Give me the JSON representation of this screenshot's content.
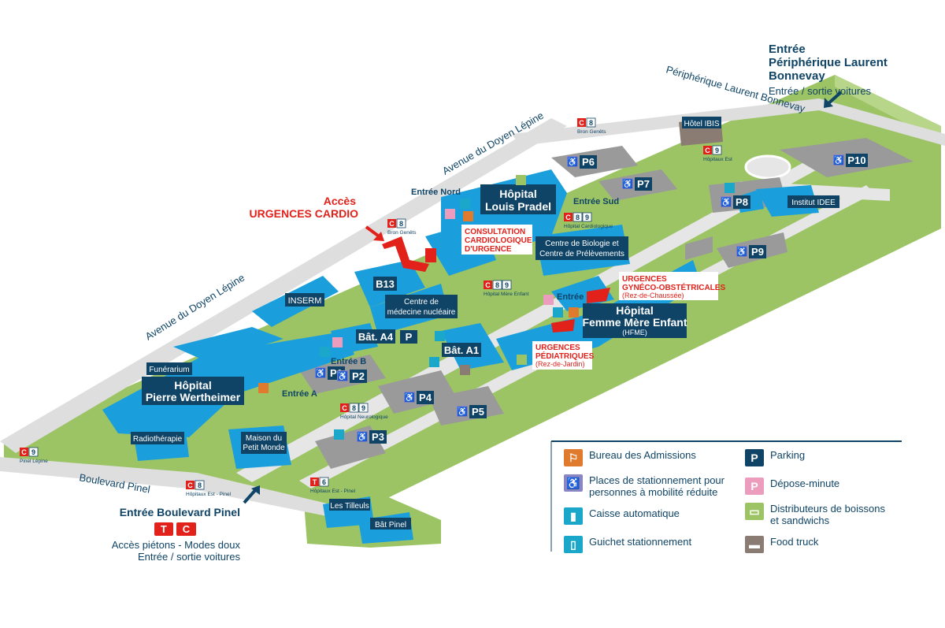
{
  "entrances": {
    "peripherique": {
      "title1": "Entrée",
      "title2": "Périphérique Laurent Bonnevay",
      "sub": "Entrée / sortie voitures"
    },
    "pinel": {
      "title": "Entrée Boulevard Pinel",
      "lines": [
        "T",
        "C"
      ],
      "sub1": "Accès piétons - Modes doux",
      "sub2": "Entrée / sortie voitures"
    },
    "urgences_cardio": {
      "line1": "Accès",
      "line2": "URGENCES CARDIO"
    }
  },
  "roads": {
    "peripherique": "Périphérique Laurent Bonnevay",
    "doyen_top": "Avenue du Doyen Lépine",
    "doyen_left": "Avenue du Doyen Lépine",
    "pinel": "Boulevard Pinel"
  },
  "buildings": {
    "louis_pradel_1": "Hôpital",
    "louis_pradel_2": "Louis Pradel",
    "pierre_wertheimer_1": "Hôpital",
    "pierre_wertheimer_2": "Pierre Wertheimer",
    "hfme_1": "Hôpital",
    "hfme_2": "Femme Mère Enfant",
    "hfme_3": "(HFME)",
    "inserm": "INSERM",
    "b13": "B13",
    "medecine_nucleaire_1": "Centre de",
    "medecine_nucleaire_2": "médecine nucléaire",
    "biologie_1": "Centre de Biologie et",
    "biologie_2": "Centre de Prélèvements",
    "bat_a4": "Bât. A4",
    "bat_a1": "Bât. A1",
    "funerarium": "Funérarium",
    "radiotherapie": "Radiothérapie",
    "petit_monde_1": "Maison du",
    "petit_monde_2": "Petit Monde",
    "institut_idee": "Institut IDEE",
    "hotel_ibis": "Hôtel IBIS",
    "tilleuls": "Les Tilleuls",
    "bat_pinel": "Bât Pinel"
  },
  "emergency_labels": {
    "cardio_1": "CONSULTATION",
    "cardio_2": "CARDIOLOGIQUE",
    "cardio_3": "D'URGENCE",
    "gyneco_1": "URGENCES",
    "gyneco_2": "GYNÉCO-OBSTÉTRICALES",
    "gyneco_3": "(Rez-de-Chaussée)",
    "pediatriques_1": "URGENCES",
    "pediatriques_2": "PÉDIATRIQUES",
    "pediatriques_3": "(Rez-de-Jardin)"
  },
  "entries": {
    "nord": "Entrée Nord",
    "sud": "Entrée Sud",
    "entree": "Entrée",
    "b": "Entrée B",
    "a": "Entrée A"
  },
  "parkings": [
    "P1",
    "P2",
    "P3",
    "P4",
    "P5",
    "P6",
    "P7",
    "P8",
    "P9",
    "P10",
    "P"
  ],
  "bus_stops": {
    "bron_genets_top": {
      "lines": [
        "C",
        "8"
      ],
      "name": "Bron Genêts"
    },
    "hopitaux_est_top": {
      "lines": [
        "C",
        "9"
      ],
      "name": "Hôpitaux Est"
    },
    "bron_genets_mid": {
      "lines": [
        "C",
        "8"
      ],
      "name": "Bron Genêts"
    },
    "cardiologique": {
      "lines": [
        "C",
        "8",
        "9"
      ],
      "name": "Hôpital Cardiologique"
    },
    "mere_enfant": {
      "lines": [
        "C",
        "8",
        "9"
      ],
      "name": "Hôpital Mère Enfant"
    },
    "neurologique": {
      "lines": [
        "C",
        "8",
        "9"
      ],
      "name": "Hôpital Neurologique"
    },
    "pinel_lepine": {
      "lines": [
        "C",
        "9"
      ],
      "name": "Pinel Lépine"
    },
    "est_pinel_bus": {
      "lines": [
        "C",
        "8"
      ],
      "name": "Hôpitaux Est - Pinel"
    },
    "est_pinel_tram": {
      "lines": [
        "T",
        "6"
      ],
      "name": "Hôpitaux Est - Pinel"
    }
  },
  "legend": [
    {
      "icon": "admissions-icon",
      "color": "#e07b2e",
      "label": "Bureau des Admissions"
    },
    {
      "icon": "wheelchair-icon",
      "color": "#8a86c4",
      "label": "Places de stationnement pour\npersonnes à mobilité réduite"
    },
    {
      "icon": "pay-machine-icon",
      "color": "#1aa7c9",
      "label": "Caisse automatique"
    },
    {
      "icon": "parking-office-icon",
      "color": "#1aa7c9",
      "label": "Guichet stationnement"
    },
    {
      "icon": "parking-icon",
      "color": "#0f4466",
      "label": "Parking"
    },
    {
      "icon": "dropoff-icon",
      "color": "#ec9cbc",
      "label": "Dépose-minute"
    },
    {
      "icon": "vending-icon",
      "color": "#9cc464",
      "label": "Distributeurs de boissons\net sandwichs"
    },
    {
      "icon": "food-truck-icon",
      "color": "#8a7b73",
      "label": "Food truck"
    }
  ],
  "colors": {
    "grass": "#9cc464",
    "grass_light": "#b8d68a",
    "road": "#dcdcdc",
    "building": "#1a9fdc",
    "building_dark": "#0f6fa6",
    "navy": "#0f4466",
    "accent_red": "#e1211a",
    "parking_lot": "#9a9a9a"
  }
}
